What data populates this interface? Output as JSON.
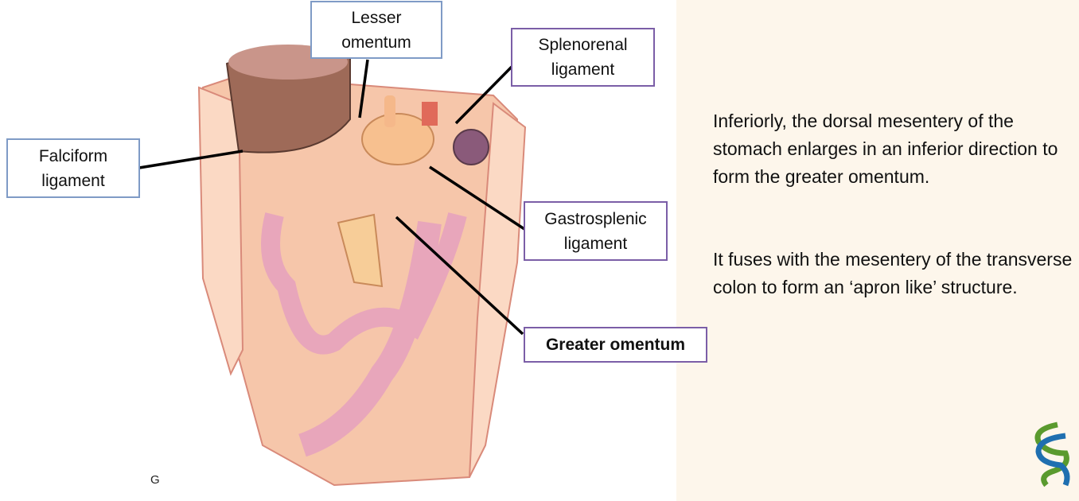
{
  "labels": {
    "lesser_omentum": "Lesser\nomentum",
    "splenorenal": "Splenorenal\nligament",
    "falciform": "Falciform\nligament",
    "gastrosplenic": "Gastrosplenic\nligament",
    "greater_omentum": "Greater omentum"
  },
  "figure_letter": "G",
  "text": {
    "p1": "Inferiorly, the dorsal mesentery of the stomach enlarges in an inferior direction to form the greater omentum.",
    "p2": "It fuses with the mesentery of the transverse colon to form an ‘apron like’ structure."
  },
  "colors": {
    "panel": "#fdf6eb",
    "box_blue": "#7f9bc6",
    "box_purple": "#7b5ea7",
    "logo_green": "#5a9a2e",
    "logo_blue": "#1f6fb0"
  }
}
